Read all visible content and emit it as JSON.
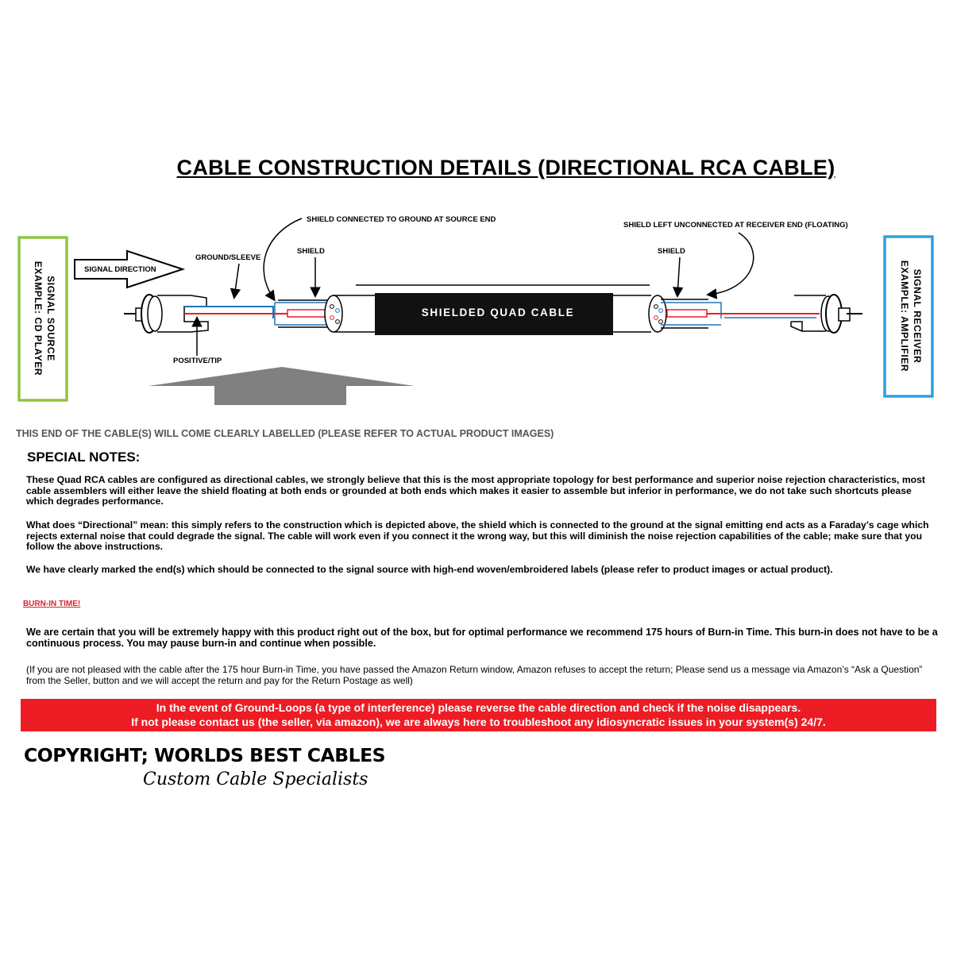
{
  "title": "CABLE CONSTRUCTION DETAILS (DIRECTIONAL RCA CABLE)",
  "diagram": {
    "source_box": {
      "line1": "SIGNAL SOURCE",
      "line2": "EXAMPLE: CD PLAYER",
      "color": "#8dc63f"
    },
    "receiver_box": {
      "line1": "SIGNAL RECEIVER",
      "line2": "EXAMPLE: AMPLIFIER",
      "color": "#29a3dc"
    },
    "signal_direction": "SIGNAL DIRECTION",
    "ground_sleeve": "GROUND/SLEEVE",
    "positive_tip": "POSITIVE/TIP",
    "shield_left": "SHIELD",
    "shield_right": "SHIELD",
    "shield_source_note": "SHIELD CONNECTED TO GROUND AT SOURCE END",
    "shield_receiver_note": "SHIELD LEFT UNCONNECTED AT RECEIVER END (FLOATING)",
    "cable_label": "SHIELDED QUAD CABLE",
    "colors": {
      "shield": "#1b75bc",
      "conductor": "#ed1c24",
      "cable": "#111111",
      "arrow_gray": "#808080"
    }
  },
  "label_note": "THIS END OF THE CABLE(S) WILL COME CLEARLY LABELLED (PLEASE REFER TO ACTUAL PRODUCT IMAGES)",
  "notes_heading": "SPECIAL NOTES:",
  "paragraphs": {
    "p1": "These Quad RCA cables are configured as directional cables, we strongly believe that this is the most appropriate topology for best performance and superior noise rejection characteristics, most cable assemblers will either leave the shield floating at both ends or grounded at both ends which makes it easier to assemble but inferior in performance, we do not take such shortcuts please which degrades performance.",
    "p2": "What does “Directional” mean: this simply refers to the construction which is depicted above, the shield which is connected to the ground at the signal emitting end acts as a Faraday’s cage which rejects external noise that could degrade the signal. The cable will work even if you connect it the wrong way, but this will diminish the noise rejection capabilities of the cable; make sure that you follow the above instructions.",
    "p3": "We have clearly marked the end(s) which should be connected to the signal source with high-end woven/embroidered labels (please refer to product images or actual product).",
    "p4": "We are certain that you will be extremely happy with this product right out of the box, but for optimal performance we recommend 175 hours of Burn-in Time. This burn-in does not have to be a continuous process. You may pause burn-in and continue when possible.",
    "p5": "(If you are not pleased with the cable after the 175 hour Burn-in Time, you have passed the Amazon Return window, Amazon refuses to accept the return; Please send us a message via Amazon’s “Ask a Question” from the Seller, button and we will accept the return and pay for the Return Postage as well)"
  },
  "burn_heading": "BURN-IN TIME!",
  "banner": {
    "line1": "In the event of Ground-Loops (a type of interference) please reverse the cable direction and check if the noise disappears.",
    "line2": "If not please contact us (the seller, via amazon), we are always here to troubleshoot any idiosyncratic issues in your system(s) 24/7.",
    "color": "#ed1c24"
  },
  "copyright": "COPYRIGHT; WORLDS BEST CABLES",
  "tagline": "Custom Cable Specialists"
}
